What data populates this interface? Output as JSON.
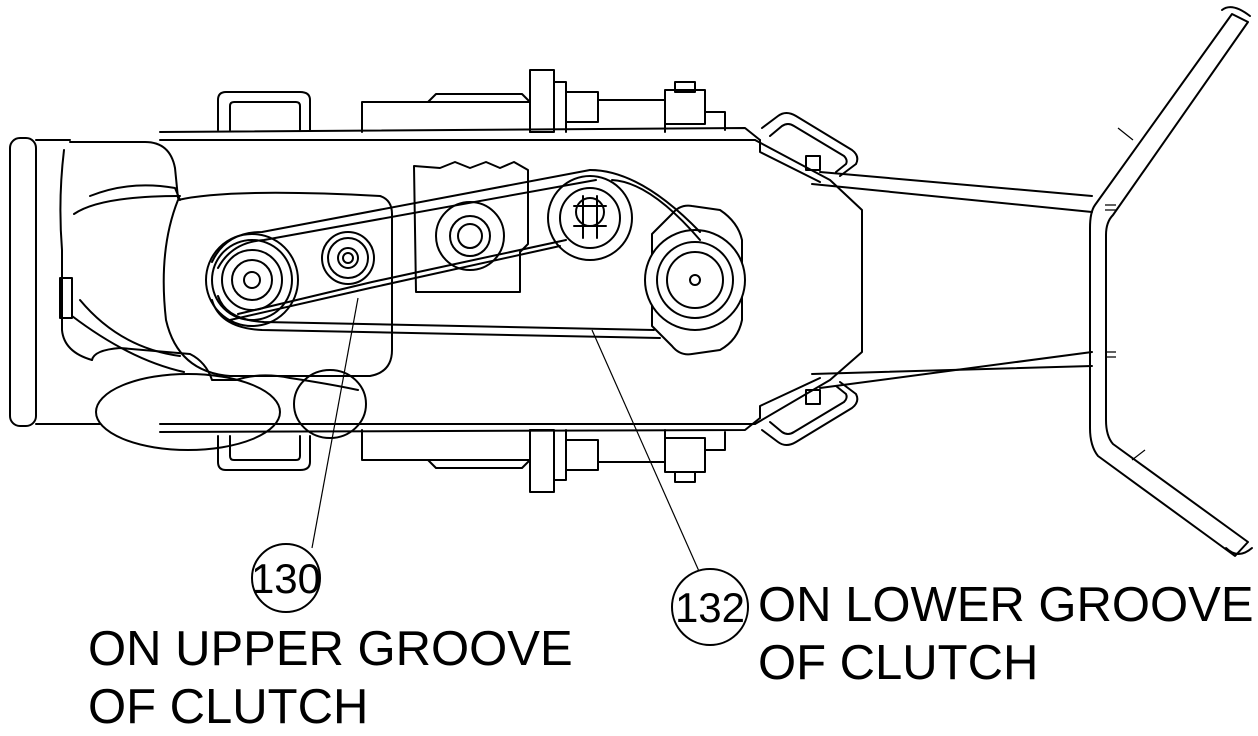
{
  "callouts": [
    {
      "number": "130",
      "note_line1": "ON UPPER GROOVE",
      "note_line2": "OF CLUTCH"
    },
    {
      "number": "132",
      "note_line1": "ON LOWER GROOVE",
      "note_line2": "OF CLUTCH"
    }
  ]
}
